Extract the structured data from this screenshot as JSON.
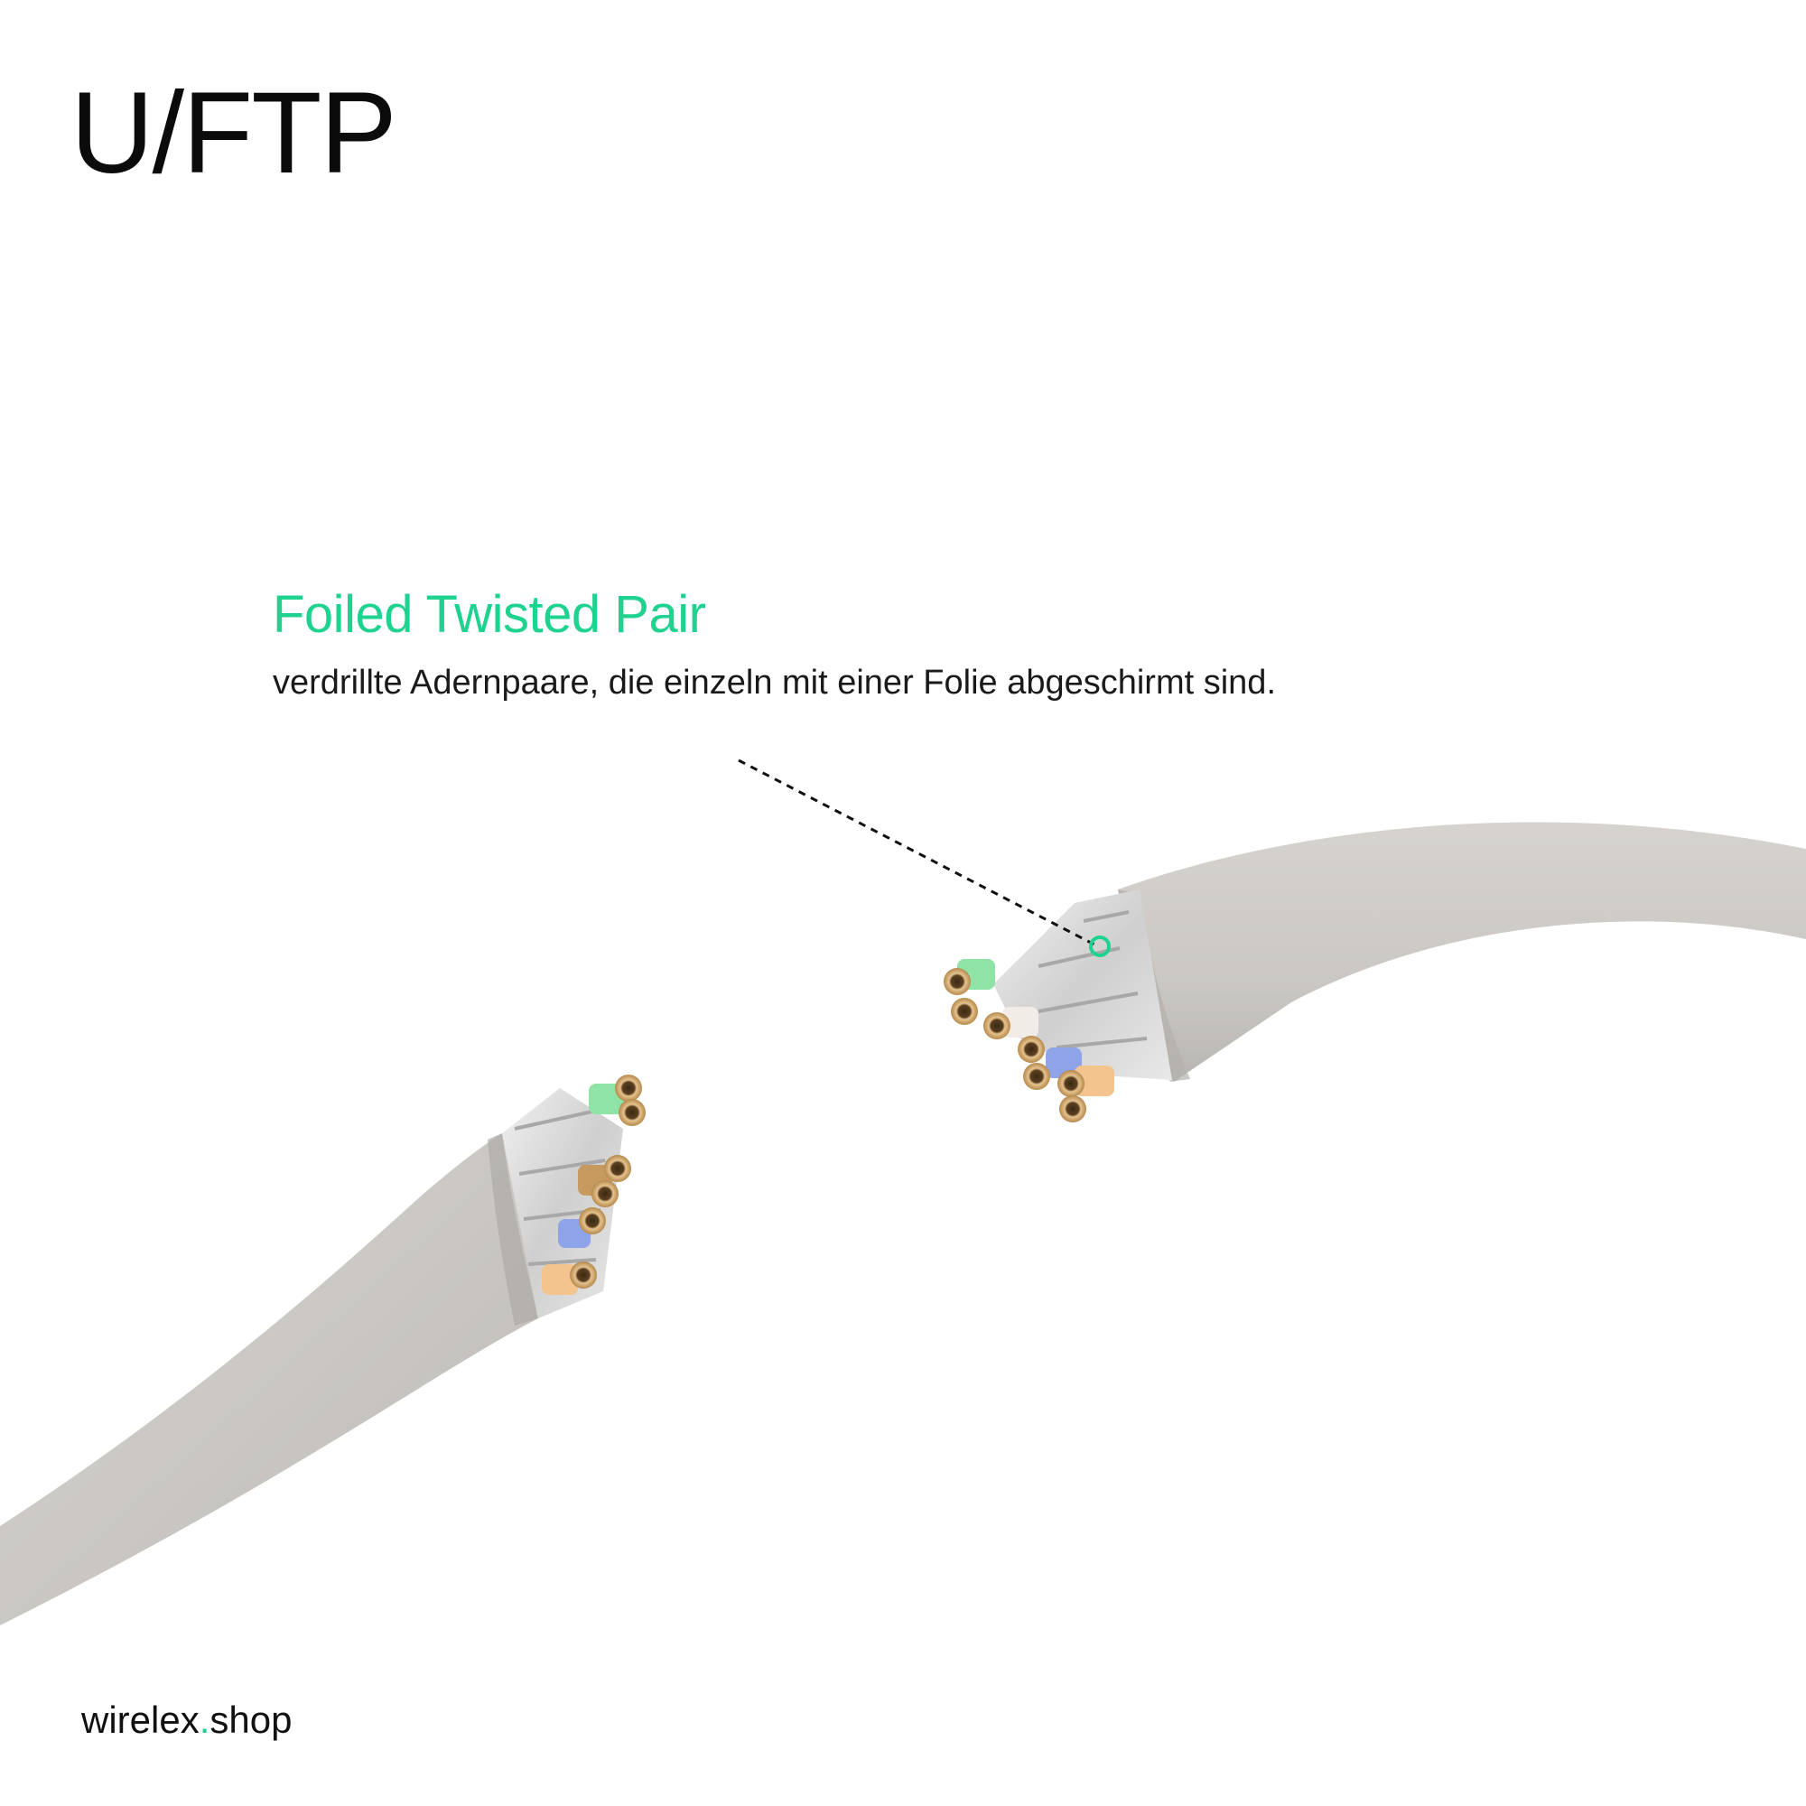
{
  "title": "U/FTP",
  "callout": {
    "heading": "Foiled Twisted Pair",
    "description": "verdrillte Adernpaare, die einzeln mit einer Folie abgeschirmt sind."
  },
  "brand": {
    "name": "wirelex",
    "dot": ".",
    "tld": "shop"
  },
  "colors": {
    "accent": "#1fd28f",
    "cable_jacket": "#cdcac6",
    "foil": "#d9d9d9",
    "copper": "#c99a5a"
  },
  "icons": {
    "marker": "circle-marker-icon"
  }
}
